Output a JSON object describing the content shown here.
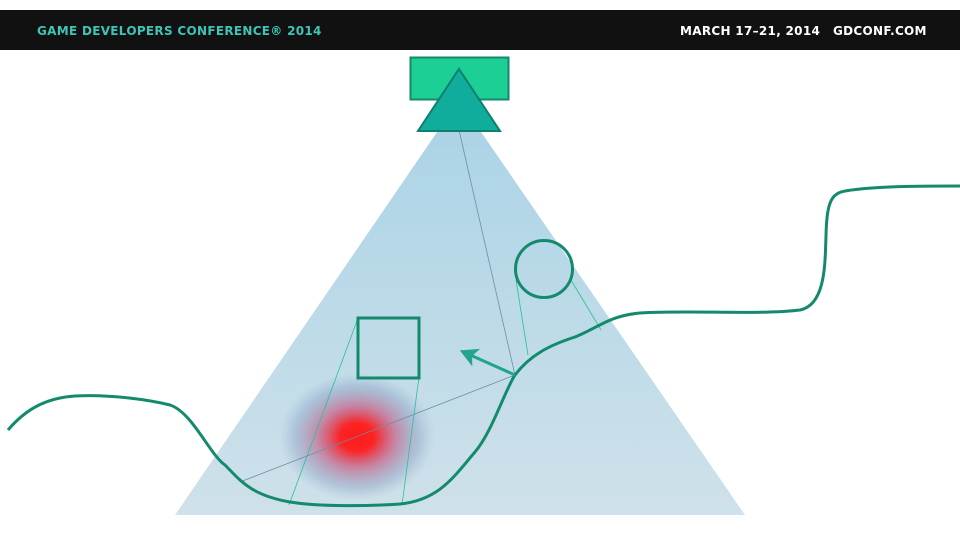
{
  "header": {
    "title": "GAME DEVELOPERS CONFERENCE® 2014",
    "dates": "MARCH 17–21, 2014",
    "website": "GDCONF.COM"
  },
  "colors": {
    "header_background": "#111111",
    "title_accent": "#3fc4b6",
    "header_text": "#ffffff",
    "shape_stroke": "#138a6c",
    "light_base": "#1ccf94",
    "light_cone_top": "#a9d3e6",
    "light_cone_bottom": "#cfe1ea",
    "hotspot": "#ff1a1a",
    "ray": "#6e8ea0",
    "arrow": "#22a491"
  },
  "diagram": {
    "elements": [
      "light-source-base",
      "light-source-triangle",
      "light-cone",
      "terrain-curve",
      "circle-occluder",
      "square-occluder",
      "red-hotspot",
      "surface-normal-arrow"
    ]
  }
}
